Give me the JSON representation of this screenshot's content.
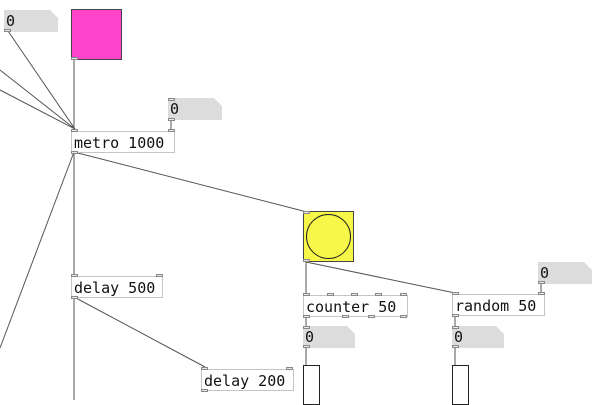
{
  "patch": {
    "objects": {
      "metro": "metro 1000",
      "delay1": "delay 500",
      "delay2": "delay 200",
      "counter": "counter 50",
      "random": "random 50"
    },
    "numbers": {
      "n_topleft": "0",
      "n_metro_right": "0",
      "n_random_right": "0",
      "n_counter_out": "0",
      "n_random_out": "0"
    },
    "colors": {
      "toggle_fill": "#ff44cc",
      "bang_fill": "#f7f74a",
      "wire": "#555555",
      "number_box": "#dcdcdc"
    }
  }
}
